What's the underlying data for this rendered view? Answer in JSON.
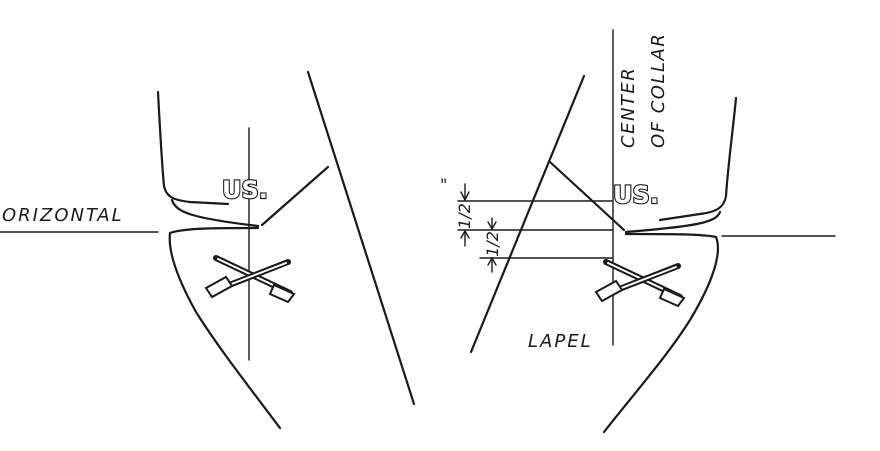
{
  "labels": {
    "horizontal": "ORIZONTAL",
    "center_line1": "CENTER",
    "center_line2": "OF COLLAR",
    "lapel": "LAPEL",
    "insignia_left": "US.",
    "insignia_right": "US.",
    "dim_mark": "\"",
    "dim_upper": "1/2",
    "dim_lower": "1/2"
  },
  "colors": {
    "ink": "#1a1a1a",
    "paper": "#ffffff"
  }
}
